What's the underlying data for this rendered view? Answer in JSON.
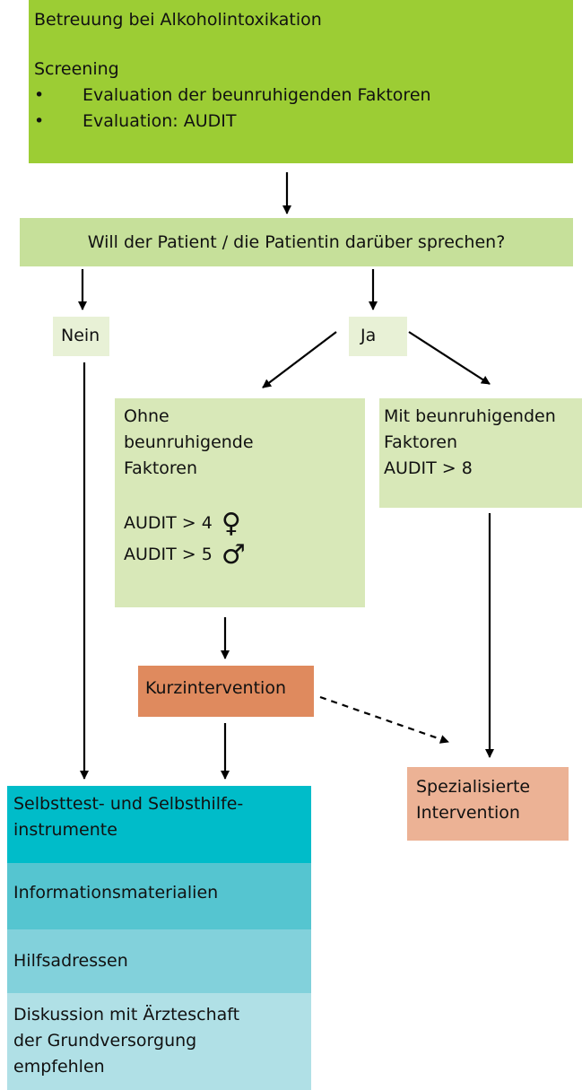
{
  "top": {
    "title": "Betreuung bei Alkoholintoxikation",
    "subtitle": "Screening",
    "bullet_char": "•",
    "bullets": [
      "Evaluation der beunruhigenden Faktoren",
      "Evaluation: AUDIT"
    ]
  },
  "question": "Will der Patient / die Patientin darüber sprechen?",
  "answers": {
    "no": "Nein",
    "yes": "Ja"
  },
  "ohne": {
    "lines": [
      "Ohne",
      "beunruhigende",
      "Faktoren"
    ],
    "audit_female": "AUDIT > 4",
    "audit_male": "AUDIT > 5",
    "female_symbol": "♀",
    "male_symbol": "♂"
  },
  "mit": {
    "lines": [
      "Mit beunruhigenden",
      "Faktoren",
      "AUDIT > 8"
    ]
  },
  "kurz": "Kurzintervention",
  "spez": {
    "lines": [
      "Spezialisierte",
      "Intervention"
    ]
  },
  "stack": [
    {
      "lines": [
        "Selbsttest- und Selbsthilfe-",
        "instrumente"
      ]
    },
    {
      "lines": [
        "Informationsmaterialien"
      ]
    },
    {
      "lines": [
        "Hilfsadressen"
      ]
    },
    {
      "lines": [
        "Diskussion mit Ärzteschaft",
        "der Grundversorgung",
        "empfehlen"
      ]
    }
  ],
  "colors": {
    "top": "#9ccd34",
    "question": "#c6e09a",
    "answer": "#e8f1d6",
    "factor_box": "#d8e8b8",
    "kurz": "#df8a5e",
    "spez": "#ecb295",
    "stack": [
      "#00bcc9",
      "#55c5d0",
      "#82d1db",
      "#b0e0e6"
    ]
  }
}
